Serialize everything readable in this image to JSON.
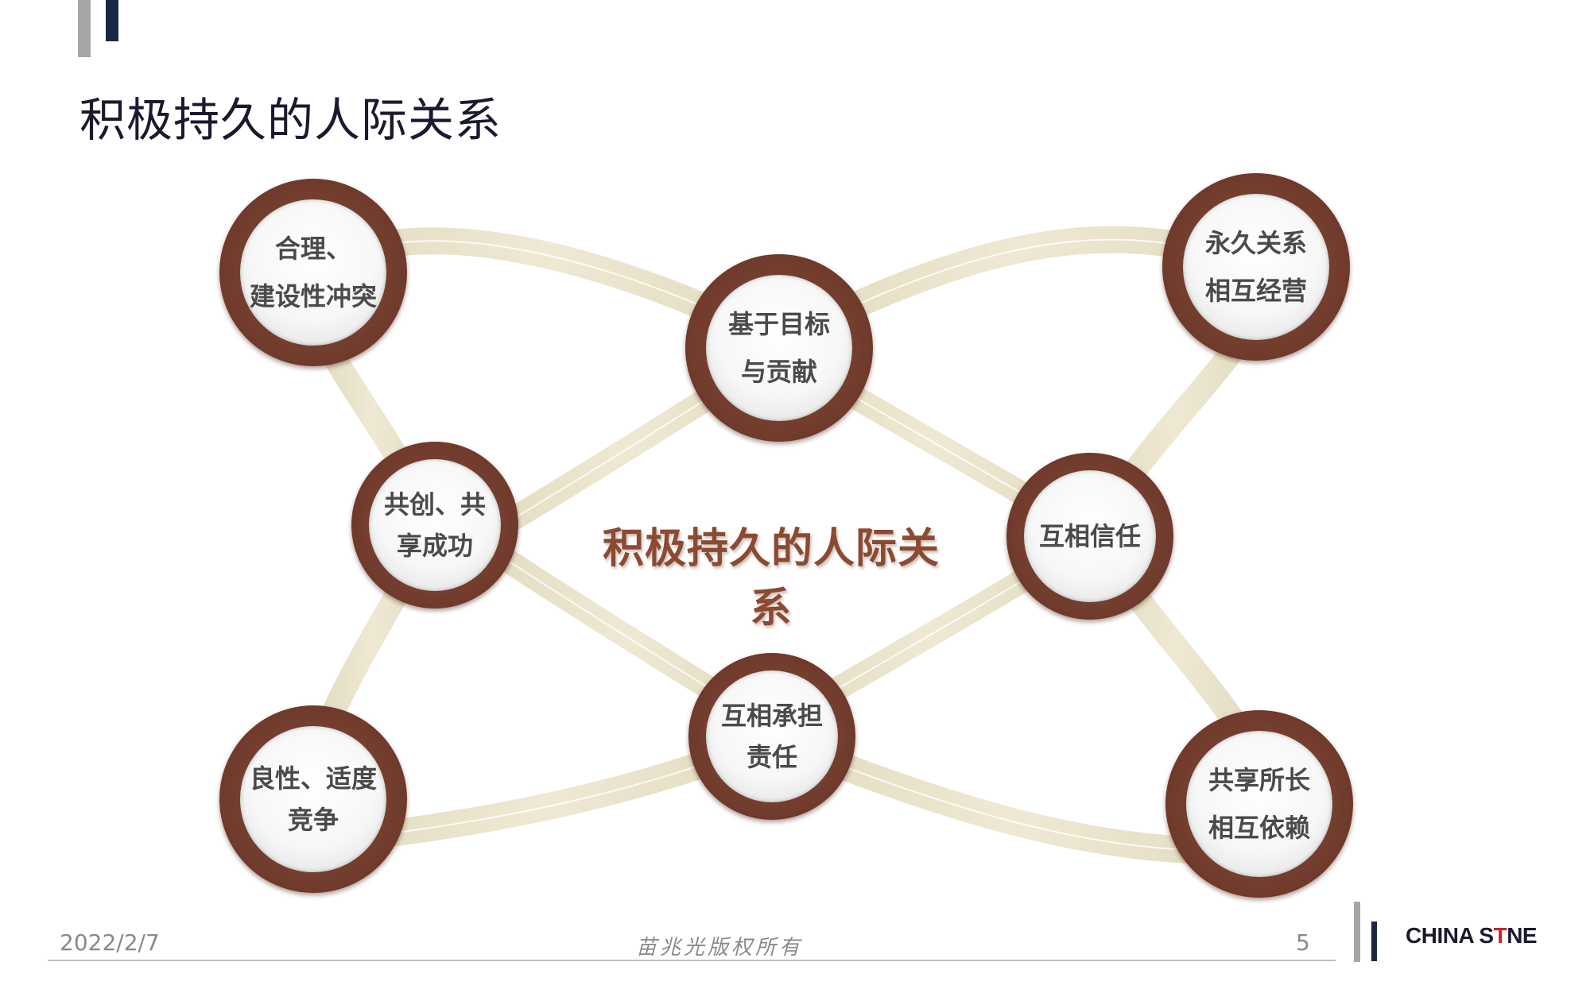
{
  "title": "积极持久的人际关系",
  "center_label": "积极持久的人际关系",
  "nodes": [
    {
      "id": "n1",
      "lines": [
        "合理、",
        "建设性冲突"
      ]
    },
    {
      "id": "n2",
      "lines": [
        "基于目标",
        "与贡献"
      ]
    },
    {
      "id": "n3",
      "lines": [
        "永久关系",
        "相互经营"
      ]
    },
    {
      "id": "n4",
      "lines": [
        "共创、共",
        "享成功"
      ]
    },
    {
      "id": "n5",
      "lines": [
        "互相信任"
      ]
    },
    {
      "id": "n6",
      "lines": [
        "良性、适度",
        "竞争"
      ]
    },
    {
      "id": "n7",
      "lines": [
        "互相承担",
        "责任"
      ]
    },
    {
      "id": "n8",
      "lines": [
        "共享所长",
        "相互依赖"
      ]
    }
  ],
  "footer": {
    "date": "2022/2/7",
    "copyright": "苗兆光版权所有",
    "page": "5",
    "logo_left": "CHINA S",
    "logo_accent": "T",
    "logo_right": "NE"
  },
  "colors": {
    "ring": "#6f3a2b",
    "ribbon": "#e6e0c8",
    "center_text": "#8b4a32",
    "title_text": "#1a1a2e",
    "bar_dark": "#1a2744",
    "bar_gray": "#a6a6a6"
  }
}
